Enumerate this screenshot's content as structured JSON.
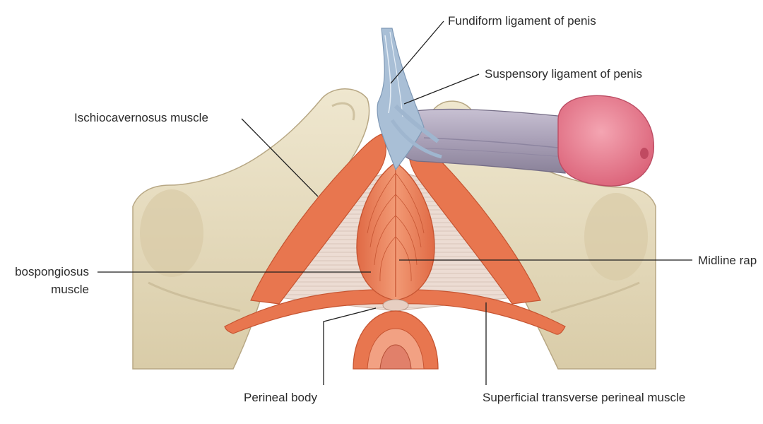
{
  "labels": {
    "fundiform": "Fundiform ligament of penis",
    "suspensory": "Suspensory ligament of penis",
    "ischiocavernosus": "Ischiocavernosus muscle",
    "bulbospongiosus_line1": "bospongiosus",
    "bulbospongiosus_line2": "muscle",
    "midline_raphe": "Midline rap",
    "perineal_body": "Perineal body",
    "superficial_transverse": "Superficial transverse perineal muscle"
  },
  "colors": {
    "bone": "#e6dcc0",
    "bone_shadow": "#cbbd99",
    "muscle": "#e8764f",
    "muscle_light": "#f29a75",
    "ligament": "#a9bfd6",
    "shaft": "#a89fb6",
    "glans": "#e7768a",
    "membrane": "#eadbd3"
  }
}
